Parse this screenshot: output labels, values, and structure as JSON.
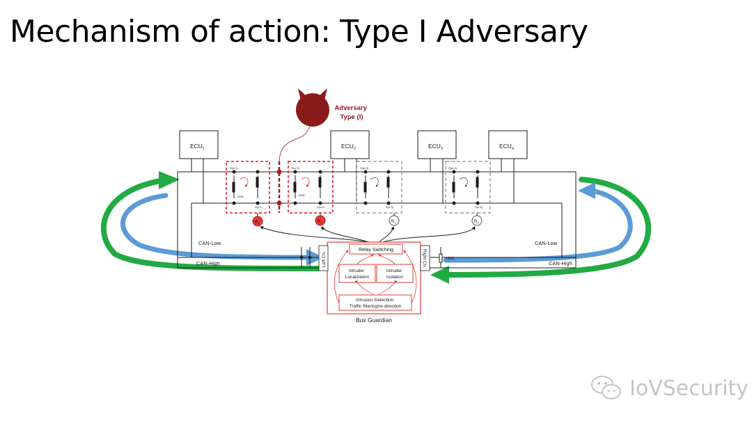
{
  "slide": {
    "title": "Mechanism of action: Type I Adversary"
  },
  "adversary": {
    "label_line1": "Adversary",
    "label_line2": "Type (I)"
  },
  "ecus": [
    {
      "name": "ECU",
      "sub": "1"
    },
    {
      "name": "ECU",
      "sub": "2"
    },
    {
      "name": "ECU",
      "sub": "3"
    },
    {
      "name": "ECU",
      "sub": "4"
    }
  ],
  "bus": {
    "can_low_left": "CAN-Low",
    "can_high_left": "CAN-High",
    "can_low_right": "CAN-Low",
    "can_high_right": "CAN-High",
    "resistor_value": "120Ω"
  },
  "relays": [
    {
      "name": "R",
      "sub": "1",
      "active": true
    },
    {
      "name": "R",
      "sub": "2",
      "active": true
    },
    {
      "name": "R",
      "sub": "3",
      "active": false
    },
    {
      "name": "R",
      "sub": "4",
      "active": false
    }
  ],
  "bus_guardian": {
    "title": "Bus Guardian",
    "left_channel": "Left Ch.",
    "right_channel": "Right Ch.",
    "relay_switching": "Relay Switching",
    "intruder_localization": [
      "Intruder",
      "Localization"
    ],
    "intruder_isolation": [
      "Intruder",
      "Isolation"
    ],
    "intrusion_detection": [
      "Intrusion Detection",
      "Traffic filtering/re-direction"
    ]
  },
  "watermark": {
    "text": "IoVSecurity"
  },
  "colors": {
    "adversary": "#8b1a1a",
    "guardian": "#e53935",
    "green_arrow": "#22aa44",
    "blue_arrow": "#5b9bd5",
    "wire": "#1a1a1a",
    "inactive": "#8a8a8a"
  }
}
